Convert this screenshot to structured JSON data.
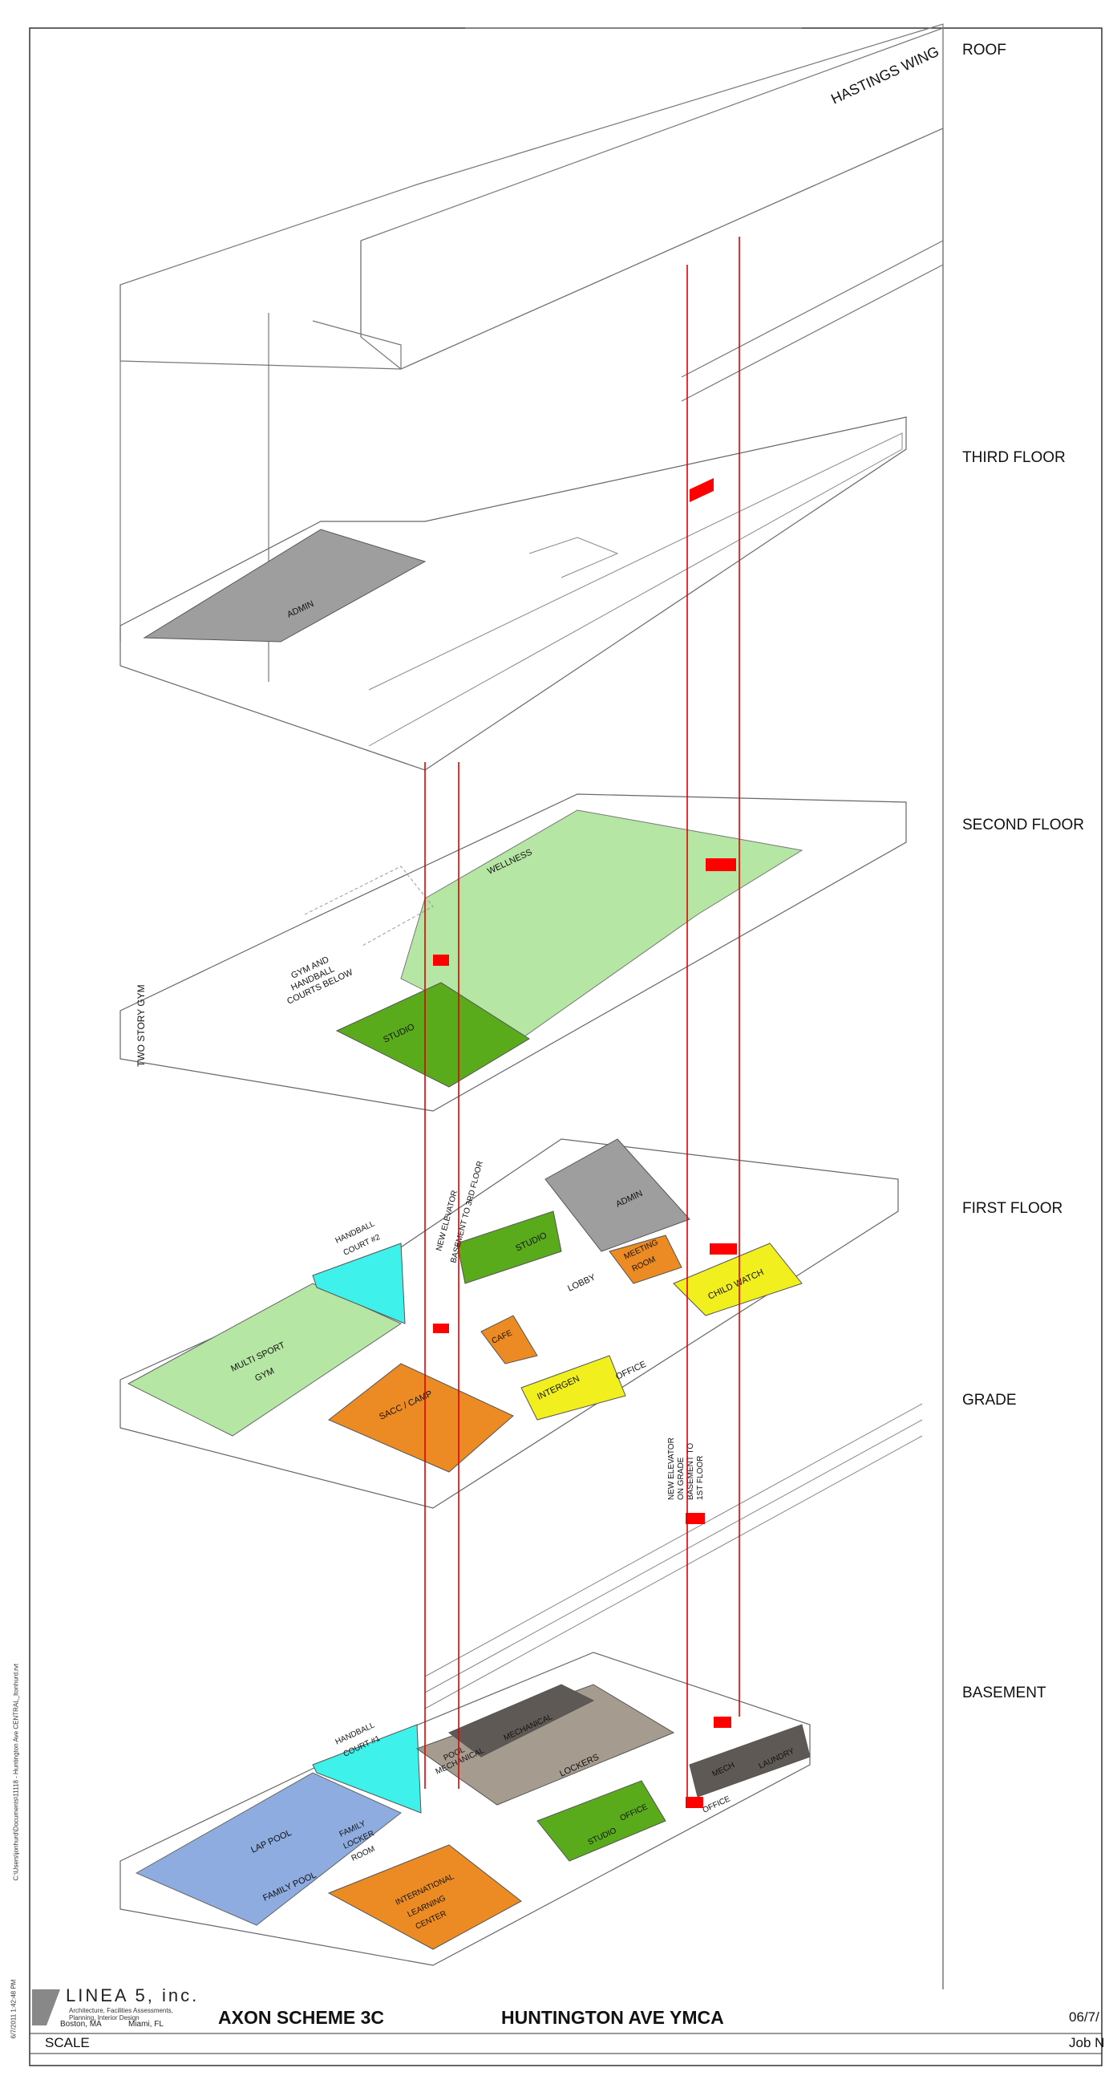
{
  "sheet": {
    "label_hastings": "HASTINGS WING",
    "label_two_story": "TWO STORY GYM",
    "file_path": "C:\\Users\\jonhurd\\Documents\\11118 - Huntington Ave CENTRAL_ltonhurd.rvt",
    "timestamp": "6/7/2011 1:42:48 PM"
  },
  "floors": {
    "roof": "ROOF",
    "third": "THIRD FLOOR",
    "second": "SECOND FLOOR",
    "first": "FIRST FLOOR",
    "grade": "GRADE",
    "basement": "BASEMENT"
  },
  "rooms": {
    "third_admin": "ADMIN",
    "second_wellness": "WELLNESS",
    "second_gym_below_1": "GYM AND",
    "second_gym_below_2": "HANDBALL",
    "second_gym_below_3": "COURTS BELOW",
    "second_studio": "STUDIO",
    "first_handball_1": "HANDBALL",
    "first_handball_2": "COURT #2",
    "first_elevator_1": "NEW ELEVATOR",
    "first_elevator_2": "BASEMENT TO 3RD FLOOR",
    "first_admin": "ADMIN",
    "first_studio": "STUDIO",
    "first_meeting_1": "MEETING",
    "first_meeting_2": "ROOM",
    "first_lobby": "LOBBY",
    "first_childwatch": "CHILD WATCH",
    "first_multisport_1": "MULTI SPORT",
    "first_multisport_2": "GYM",
    "first_cafe": "CAFE",
    "first_intergen": "INTERGEN",
    "first_office": "OFFICE",
    "first_sacc": "SACC / CAMP",
    "grade_elevator_1": "NEW ELEVATOR",
    "grade_elevator_2": "ON GRADE",
    "grade_elevator_3": "BASEMENT TO",
    "grade_elevator_4": "1ST FLOOR",
    "base_handball_1": "HANDBALL",
    "base_handball_2": "COURT #1",
    "base_pool_mech_1": "POOL",
    "base_pool_mech_2": "MECHANICAL",
    "base_mechanical": "MECHANICAL",
    "base_lockers": "LOCKERS",
    "base_office": "OFFICE",
    "base_office2": "OFFICE",
    "base_mech": "MECH",
    "base_laundry": "LAUNDRY",
    "base_lap_pool": "LAP POOL",
    "base_family_pool": "FAMILY POOL",
    "base_family_locker_1": "FAMILY",
    "base_family_locker_2": "LOCKER",
    "base_family_locker_3": "ROOM",
    "base_studio": "STUDIO",
    "base_ilc_1": "INTERNATIONAL",
    "base_ilc_2": "LEARNING",
    "base_ilc_3": "CENTER"
  },
  "titleblock": {
    "firm": "LINEA 5, inc.",
    "firm_sub_1": "Architecture, Facilities Assessments,",
    "firm_sub_2": "Planning, Interior Design",
    "city_1": "Boston, MA",
    "city_2": "Miami, FL",
    "scheme": "AXON SCHEME 3C",
    "project": "HUNTINGTON AVE YMCA",
    "date": "06/7/",
    "scale": "SCALE",
    "job": "Job N"
  },
  "colors": {
    "light_green": "#b5e6a3",
    "dark_green": "#5aab1c",
    "orange": "#ec8b24",
    "yellow": "#f2ef1e",
    "cyan": "#3ef1ea",
    "gray": "#9e9e9e",
    "dark_gray": "#5e5954",
    "taupe": "#a59c8f",
    "blue": "#8eacdf",
    "red": "#ff0000"
  }
}
